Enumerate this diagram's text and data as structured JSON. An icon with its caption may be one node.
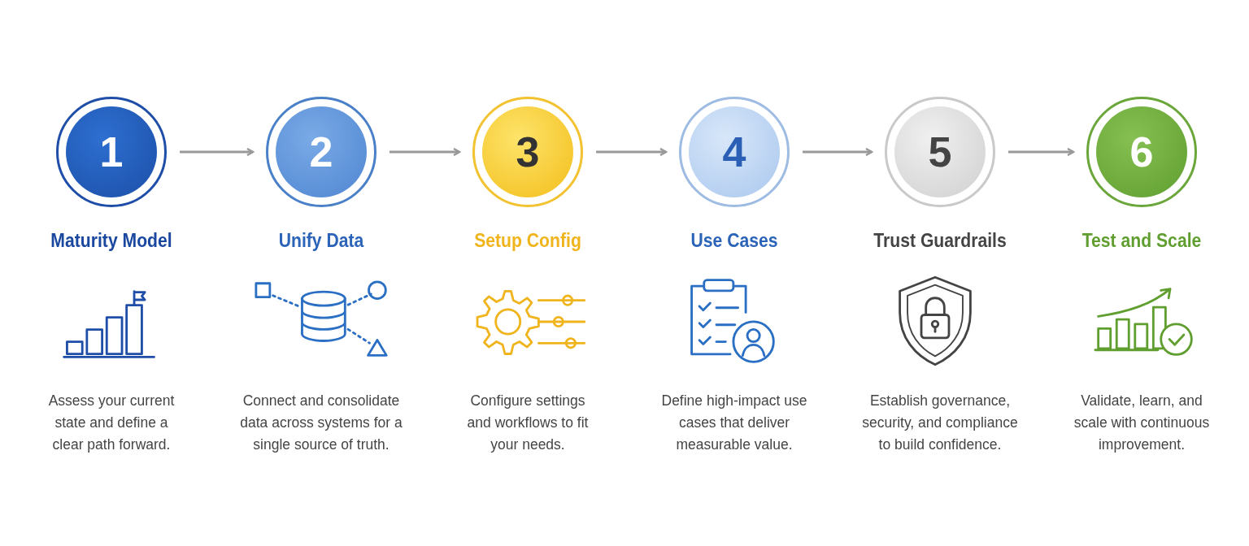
{
  "diagram": {
    "nodes": [
      {
        "text": [
          "1"
        ],
        "beside": [
          "Maturity Model"
        ]
      },
      {
        "text": [
          "2"
        ],
        "beside": [
          "Unify Data"
        ]
      },
      {
        "text": [
          "3"
        ],
        "beside": [
          "Setup Config"
        ]
      },
      {
        "text": [
          "4"
        ],
        "beside": [
          "Use Cases"
        ]
      },
      {
        "text": [
          "5"
        ],
        "beside": [
          "Trust Guardrails"
        ]
      },
      {
        "text": [
          "6"
        ],
        "beside": [
          "Test and Scale"
        ]
      }
    ],
    "edges": [
      {
        "from": 0,
        "to": 1,
        "arrow": "to"
      },
      {
        "from": 1,
        "to": 2,
        "arrow": "to"
      },
      {
        "from": 2,
        "to": 3,
        "arrow": "to"
      },
      {
        "from": 3,
        "to": 4,
        "arrow": "to"
      },
      {
        "from": 4,
        "to": 5,
        "arrow": "to"
      }
    ],
    "labels": [
      "Assess your current state and define a clear path forward.",
      "Connect and consolidate data across systems for a single source of truth.",
      "Configure settings and workflows to fit your needs.",
      "Define high-impact use cases that deliver measurable value.",
      "Establish governance, security, and compliance to build confidence.",
      "Validate, learn, and scale with continuous improvement."
    ]
  }
}
